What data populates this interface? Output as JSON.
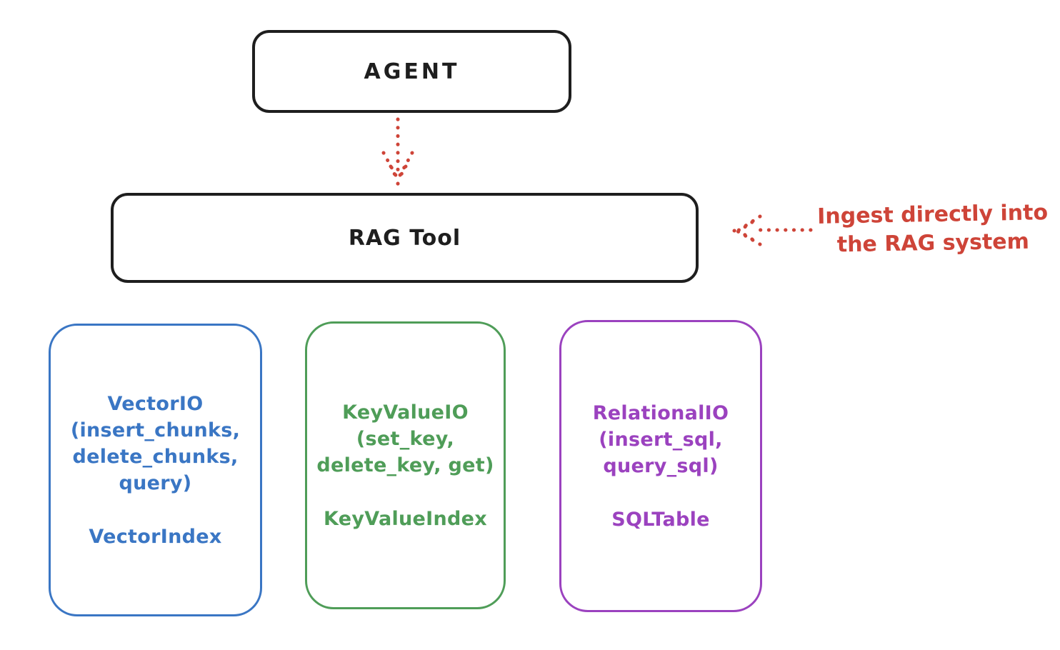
{
  "colors": {
    "ink": "#1e1e1e",
    "red": "#ce4438",
    "blue": "#3a76c4",
    "green": "#4f9d58",
    "purple": "#9b42bf"
  },
  "diagram": {
    "agent": {
      "label": "AGENT"
    },
    "rag_tool": {
      "label": "RAG Tool"
    },
    "annotation": {
      "line1": "Ingest directly into",
      "line2": "the RAG system"
    },
    "backends": [
      {
        "title_lines": [
          "VectorIO",
          "(insert_chunks,",
          "delete_chunks,",
          "query)"
        ],
        "index_label": "VectorIndex",
        "color": "#3a76c4"
      },
      {
        "title_lines": [
          "KeyValueIO",
          "(set_key,",
          "delete_key, get)"
        ],
        "index_label": "KeyValueIndex",
        "color": "#4f9d58"
      },
      {
        "title_lines": [
          "RelationalIO",
          "(insert_sql,",
          "query_sql)"
        ],
        "index_label": "SQLTable",
        "color": "#9b42bf"
      }
    ]
  }
}
